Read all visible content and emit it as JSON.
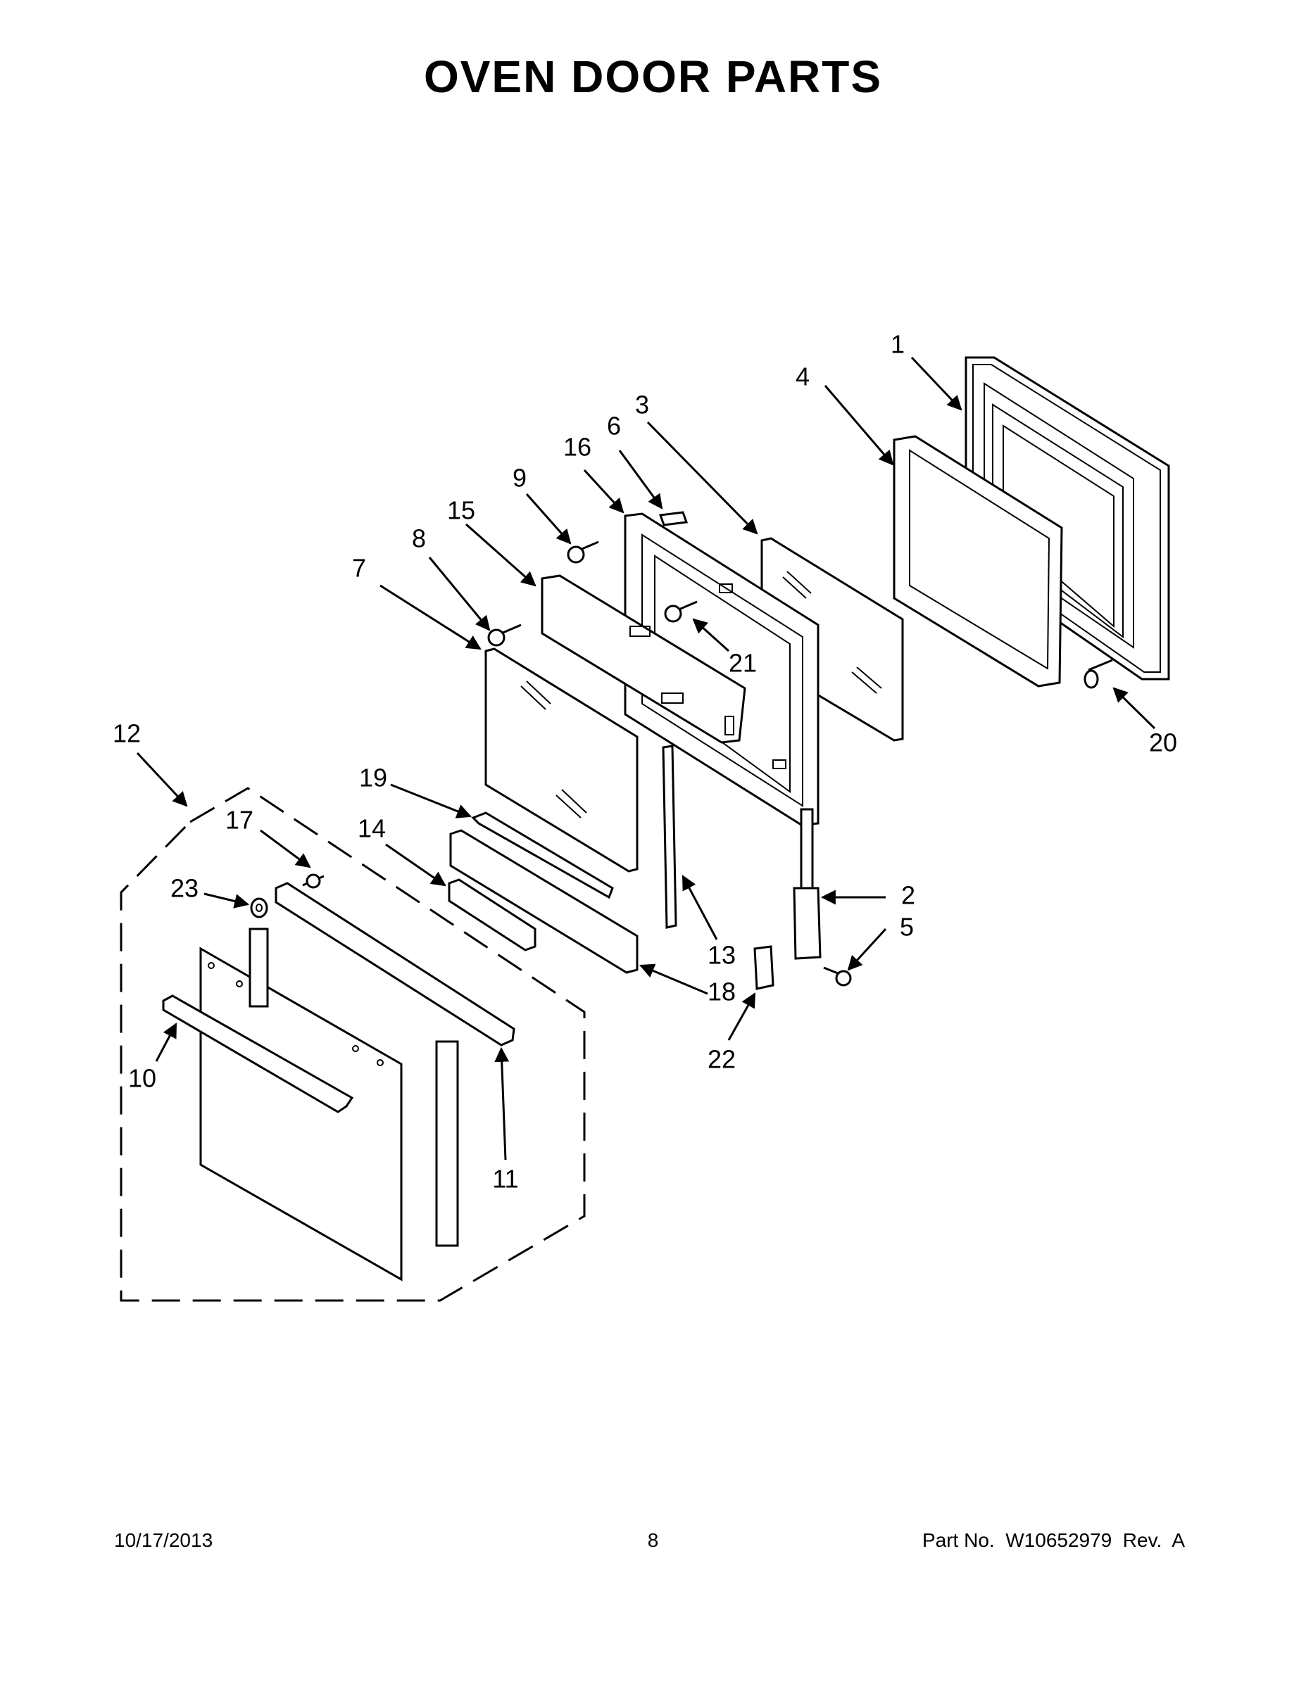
{
  "title": "OVEN DOOR PARTS",
  "callouts": [
    {
      "id": "1",
      "label": "1"
    },
    {
      "id": "2",
      "label": "2"
    },
    {
      "id": "3",
      "label": "3"
    },
    {
      "id": "4",
      "label": "4"
    },
    {
      "id": "5",
      "label": "5"
    },
    {
      "id": "6",
      "label": "6"
    },
    {
      "id": "7",
      "label": "7"
    },
    {
      "id": "8",
      "label": "8"
    },
    {
      "id": "9",
      "label": "9"
    },
    {
      "id": "10",
      "label": "10"
    },
    {
      "id": "11",
      "label": "11"
    },
    {
      "id": "12",
      "label": "12"
    },
    {
      "id": "13",
      "label": "13"
    },
    {
      "id": "14",
      "label": "14"
    },
    {
      "id": "15",
      "label": "15"
    },
    {
      "id": "16",
      "label": "16"
    },
    {
      "id": "17",
      "label": "17"
    },
    {
      "id": "18",
      "label": "18"
    },
    {
      "id": "19",
      "label": "19"
    },
    {
      "id": "20",
      "label": "20"
    },
    {
      "id": "21",
      "label": "21"
    },
    {
      "id": "22",
      "label": "22"
    },
    {
      "id": "23",
      "label": "23"
    }
  ],
  "footer": {
    "date": "10/17/2013",
    "page": "8",
    "part_number": "Part No.  W10652979  Rev.  A"
  }
}
